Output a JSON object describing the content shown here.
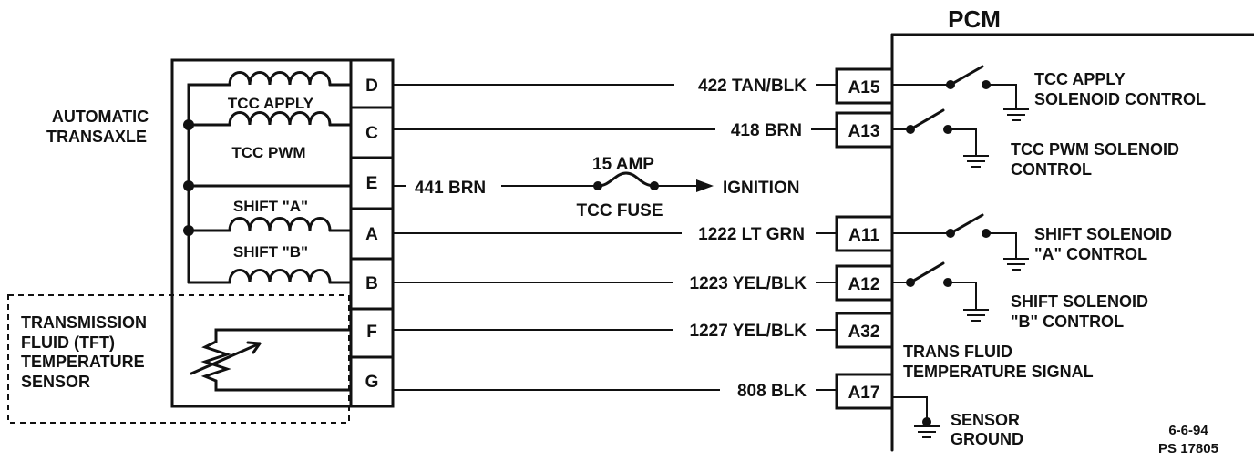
{
  "module": {
    "title": "PCM"
  },
  "component": {
    "title_line1": "AUTOMATIC",
    "title_line2": "TRANSAXLE"
  },
  "coils": [
    {
      "label": "TCC APPLY"
    },
    {
      "label": "TCC PWM"
    },
    {
      "label": "SHIFT \"A\""
    },
    {
      "label": "SHIFT \"B\""
    }
  ],
  "connector_pins": [
    {
      "pin": "D",
      "wire": "422 TAN/BLK",
      "pcm_pin": "A15"
    },
    {
      "pin": "C",
      "wire": "418 BRN",
      "pcm_pin": "A13"
    },
    {
      "pin": "E",
      "wire": "441 BRN",
      "pcm_pin": ""
    },
    {
      "pin": "A",
      "wire": "1222 LT GRN",
      "pcm_pin": "A11"
    },
    {
      "pin": "B",
      "wire": "1223 YEL/BLK",
      "pcm_pin": "A12"
    },
    {
      "pin": "F",
      "wire": "1227 YEL/BLK",
      "pcm_pin": "A32"
    },
    {
      "pin": "G",
      "wire": "808 BLK",
      "pcm_pin": "A17"
    }
  ],
  "fuse": {
    "rating": "15 AMP",
    "name": "TCC FUSE",
    "destination": "IGNITION"
  },
  "sensor": {
    "line1": "TRANSMISSION",
    "line2": "FLUID (TFT)",
    "line3": "TEMPERATURE",
    "line4": "SENSOR"
  },
  "pcm_labels": {
    "tcc_apply_1": "TCC APPLY",
    "tcc_apply_2": "SOLENOID CONTROL",
    "tcc_pwm_1": "TCC PWM SOLENOID",
    "tcc_pwm_2": "CONTROL",
    "shift_a_1": "SHIFT SOLENOID",
    "shift_a_2": "\"A\" CONTROL",
    "shift_b_1": "SHIFT SOLENOID",
    "shift_b_2": "\"B\" CONTROL",
    "tft_1": "TRANS FLUID",
    "tft_2": "TEMPERATURE SIGNAL",
    "ground_1": "SENSOR",
    "ground_2": "GROUND"
  },
  "footer": {
    "date": "6-6-94",
    "ref": "PS 17805"
  }
}
